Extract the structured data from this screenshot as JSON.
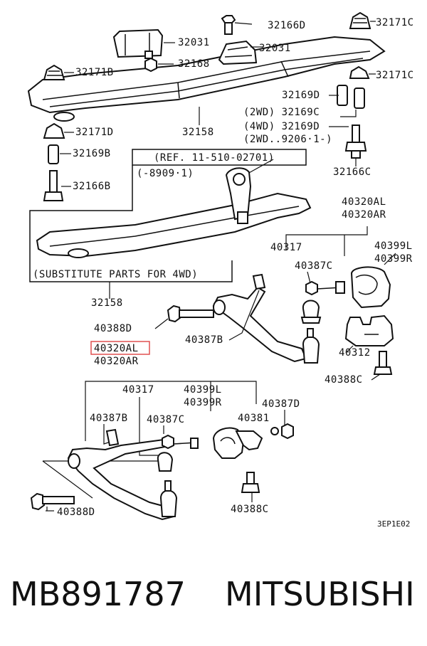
{
  "footer": {
    "part_number": "MB891787",
    "brand": "MITSUBISHI"
  },
  "diagram": {
    "code": "3EP1E02",
    "highlight_color": "#e05050",
    "ref_note": "(REF. 11-510-02701)",
    "ref_date": "(-8909·1)",
    "substitute_note": "(SUBSTITUTE PARTS FOR 4WD)",
    "labels": {
      "p32166D": "32166D",
      "p32171C_a": "32171C",
      "p32031_a": "32031",
      "p32031_b": "32031",
      "p32168": "32168",
      "p32171B": "32171B",
      "p32171C_b": "32171C",
      "p32169D_a": "32169D",
      "p32169C_2wd": "(2WD) 32169C",
      "p32169D_4wd": "(4WD) 32169D",
      "p2wd_date": "(2WD..9206·1-)",
      "p32171D": "32171D",
      "p32158_a": "32158",
      "p32169B": "32169B",
      "p32166B": "32166B",
      "p32166C": "32166C",
      "p40320AL_a": "40320AL",
      "p40320AR_a": "40320AR",
      "p40317_a": "40317",
      "p40399L_a": "40399L",
      "p40399R_a": "40399R",
      "p40387C_a": "40387C",
      "p32158_b": "32158",
      "p40388D_a": "40388D",
      "p40387B_a": "40387B",
      "p40312": "40312",
      "p40388C_a": "40388C",
      "p40320AL_b": "40320AL",
      "p40320AR_b": "40320AR",
      "p40317_b": "40317",
      "p40399L_b": "40399L",
      "p40399R_b": "40399R",
      "p40387B_b": "40387B",
      "p40387C_b": "40387C",
      "p40381": "40381",
      "p40387D": "40387D",
      "p40388D_b": "40388D",
      "p40388C_b": "40388C"
    }
  }
}
